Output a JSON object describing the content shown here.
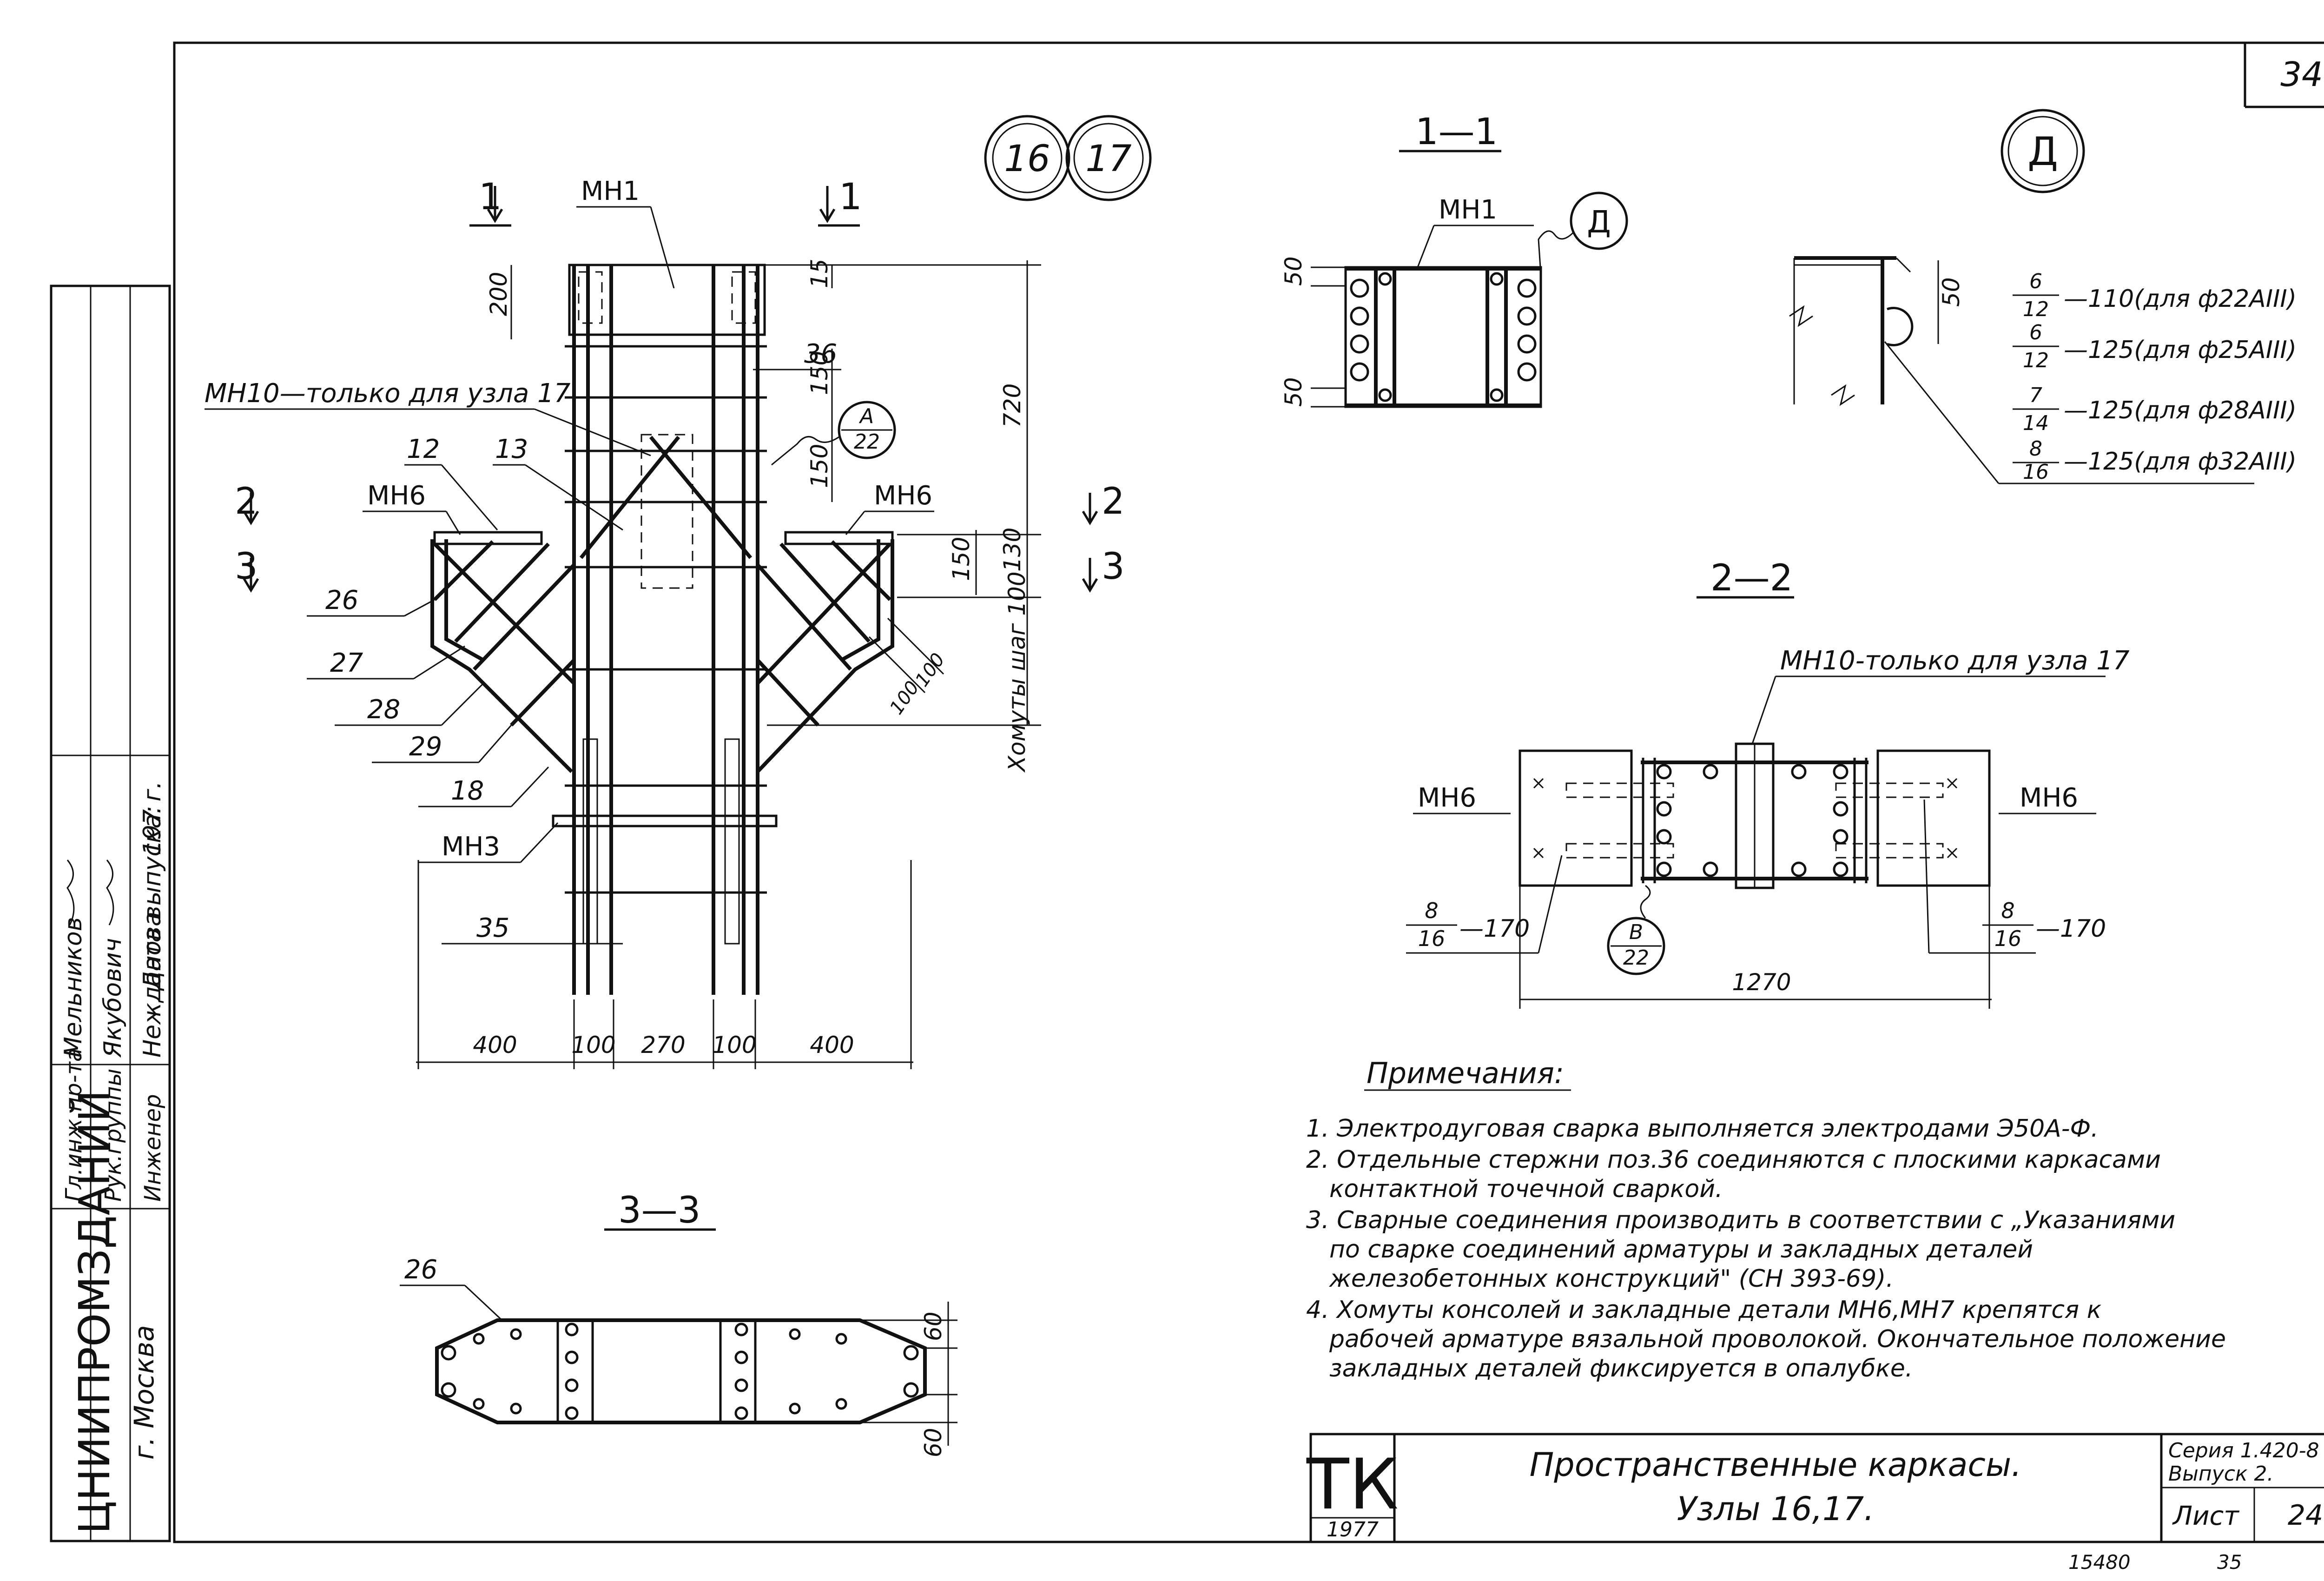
{
  "page_number": "34",
  "node_numbers": [
    "16",
    "17"
  ],
  "detail_circle": "Д",
  "section_titles": {
    "s11": "1—1",
    "s22": "2—2",
    "s33": "3—3"
  },
  "section_marks": {
    "s1": "1",
    "s2": "2",
    "s3": "3"
  },
  "main_view": {
    "labels": {
      "mn1": "МН1",
      "mn10_note": "МН10—только для узла 17",
      "mn6_left": "МН6",
      "mn6_right": "МН6",
      "mn3": "МН3",
      "p12": "12",
      "p13": "13",
      "p26": "26",
      "p27": "27",
      "p28": "28",
      "p29": "29",
      "p18": "18",
      "p35": "35",
      "p36": "36",
      "stirrups": "Хомуты шаг 100"
    },
    "ref_a": {
      "top": "А",
      "bottom": "22"
    },
    "dims": {
      "d200": "200",
      "d15": "15",
      "d150a": "150",
      "d150b": "150",
      "d720": "720",
      "d150c": "150",
      "d130": "130",
      "d100a": "100",
      "d100b": "100",
      "bottom": [
        "400",
        "100",
        "270",
        "100",
        "400"
      ]
    }
  },
  "section_1_1": {
    "mn1": "МН1",
    "d50a": "50",
    "d50b": "50"
  },
  "detail_d": {
    "d50": "50",
    "welds": [
      {
        "num": "6",
        "den": "12",
        "text": "—110(для ф22АIII)"
      },
      {
        "num": "6",
        "den": "12",
        "text": "—125(для ф25АIII)"
      },
      {
        "num": "7",
        "den": "14",
        "text": "—125(для ф28АIII)"
      },
      {
        "num": "8",
        "den": "16",
        "text": "—125(для ф32АIII)"
      }
    ]
  },
  "section_2_2": {
    "mn10_note": "МН10-только для узла 17",
    "mn6_left": "МН6",
    "mn6_right": "МН6",
    "weld_left": {
      "num": "8",
      "den": "16",
      "text": "—170"
    },
    "weld_right": {
      "num": "8",
      "den": "16",
      "text": "—170"
    },
    "ref_b": {
      "top": "В",
      "bottom": "22"
    },
    "d1270": "1270"
  },
  "section_3_3": {
    "p26": "26",
    "d60a": "60",
    "d60b": "60"
  },
  "notes": {
    "title": "Примечания:",
    "items": [
      "1. Электродуговая сварка выполняется электродами Э50А-Ф.",
      "2. Отдельные стержни поз.36 соединяются с плоскими каркасами",
      "контактной точечной сваркой.",
      "3. Сварные соединения производить в соответствии с „Указаниями",
      "по сварке соединений арматуры и закладных деталей",
      "железобетонных конструкций\" (СН 393-69).",
      "4. Хомуты консолей и закладные детали МН6,МН7 крепятся к",
      "рабочей арматуре вязальной проволокой. Окончательное положение",
      "закладных деталей фиксируется в опалубке."
    ]
  },
  "title_block": {
    "tk": "ТК",
    "year": "1977",
    "title_line1": "Пространственные каркасы.",
    "title_line2": "Узлы 16,17.",
    "series": "Серия 1.420-8",
    "issue": "Выпуск 2.",
    "sheet_label": "Лист",
    "sheet_number": "24"
  },
  "stamp": {
    "org": "ЦНИИПРОМЗДАНИЙ",
    "city": "г. Москва",
    "rows": [
      {
        "role": "Гл.инж.пр-та",
        "name": "Мельников"
      },
      {
        "role": "Рук.группы",
        "name": "Якубович"
      },
      {
        "role": "Инженер",
        "name": "Неждановa"
      },
      {
        "role": "Дата выпуска:",
        "name": "197 г."
      }
    ]
  },
  "footer": {
    "left": "15480",
    "right": "35"
  }
}
